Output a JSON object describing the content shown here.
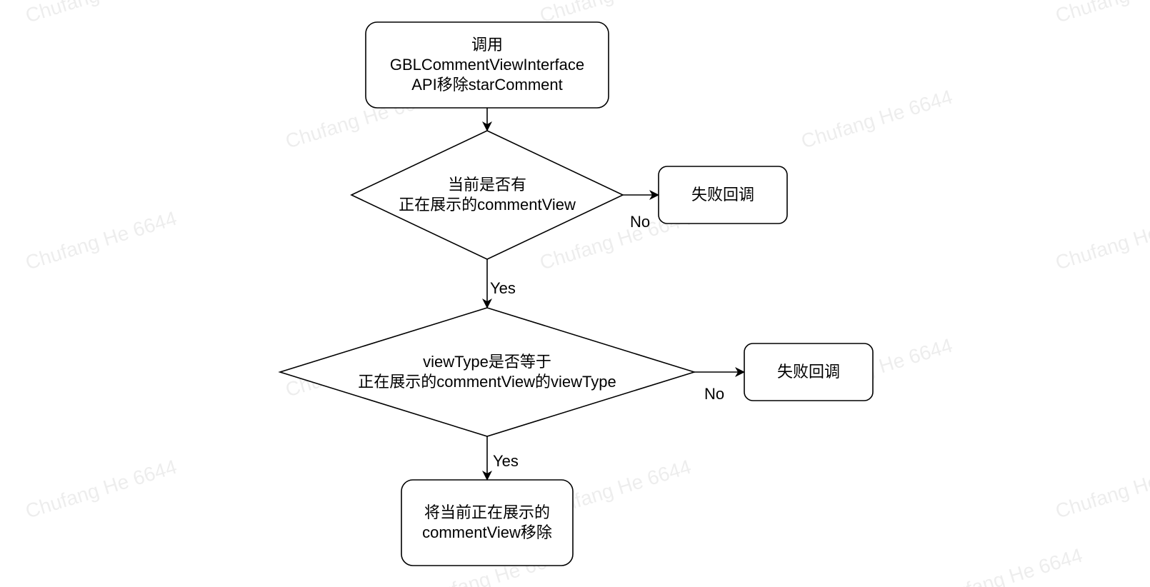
{
  "watermark_text": "Chufang He 6644",
  "colors": {
    "stroke": "#000000",
    "fill": "#ffffff",
    "text": "#000000"
  },
  "nodes": {
    "start": {
      "lines": [
        "调用",
        "GBLCommentViewInterface",
        "API移除starComment"
      ]
    },
    "decision1": {
      "lines": [
        "当前是否有",
        "正在展示的commentView"
      ]
    },
    "fail1": {
      "lines": [
        "失败回调"
      ]
    },
    "decision2": {
      "lines": [
        "viewType是否等于",
        "正在展示的commentView的viewType"
      ]
    },
    "fail2": {
      "lines": [
        "失败回调"
      ]
    },
    "end": {
      "lines": [
        "将当前正在展示的",
        "commentView移除"
      ]
    }
  },
  "edges": {
    "d1_no": "No",
    "d1_yes": "Yes",
    "d2_no": "No",
    "d2_yes": "Yes"
  }
}
